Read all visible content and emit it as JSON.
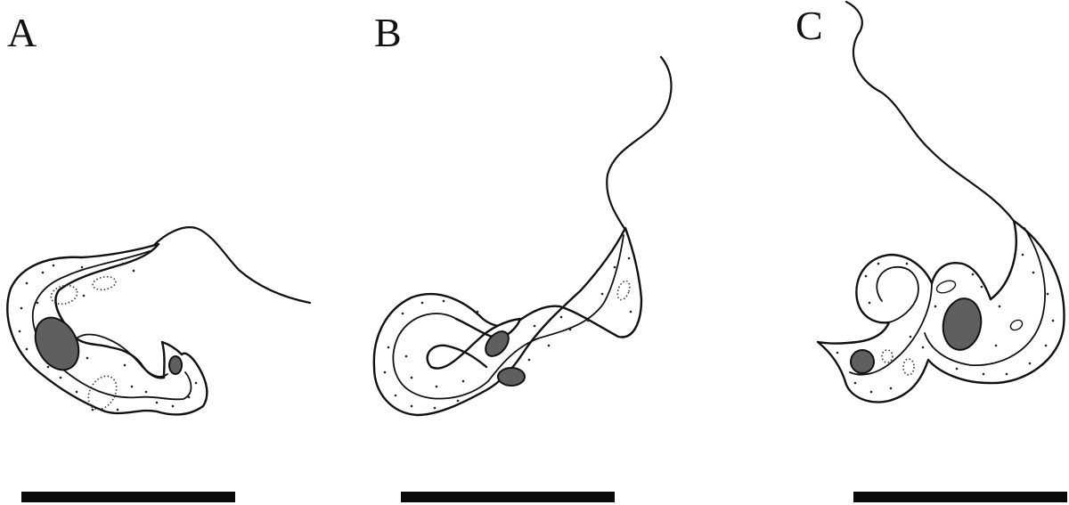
{
  "panels": [
    {
      "letter": "A"
    },
    {
      "letter": "B"
    },
    {
      "letter": "C"
    }
  ],
  "colors": {
    "line": "#111111",
    "nucleus": "#5f5f5f",
    "background": "#ffffff",
    "scale_bar": "#0a0a0a"
  }
}
